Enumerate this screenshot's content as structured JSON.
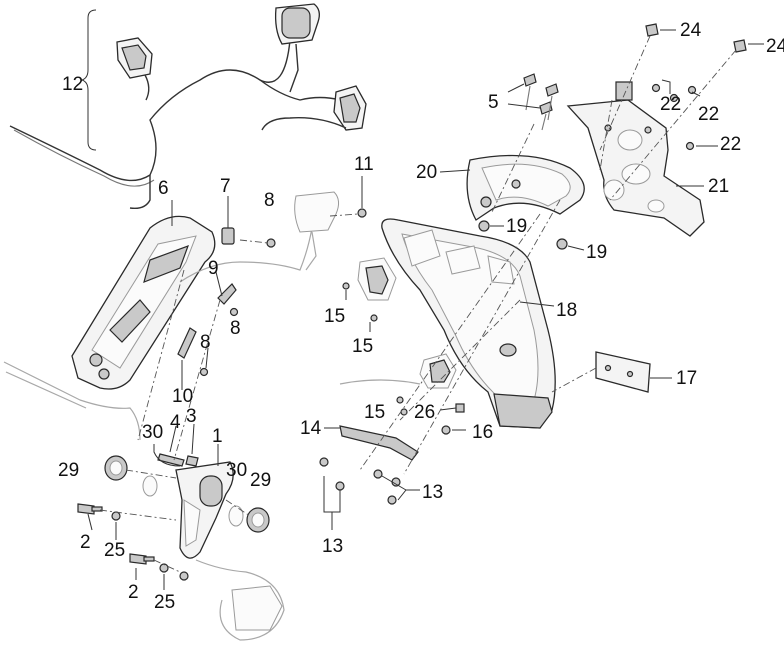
{
  "labels": {
    "c12": "12",
    "c24a": "24",
    "c24b": "24",
    "c5": "5",
    "c22a": "22",
    "c22b": "22",
    "c22c": "22",
    "c20": "20",
    "c11": "11",
    "c21": "21",
    "c6": "6",
    "c7": "7",
    "c8a": "8",
    "c19a": "19",
    "c19b": "19",
    "c9": "9",
    "c18": "18",
    "c15a": "15",
    "c8b": "8",
    "c8c": "8",
    "c15b": "15",
    "c17": "17",
    "c10": "10",
    "c15c": "15",
    "c26": "26",
    "c14": "14",
    "c3": "3",
    "c4": "4",
    "c1": "1",
    "c30a": "30",
    "c16": "16",
    "c29a": "29",
    "c30b": "30",
    "c29b": "29",
    "c13a": "13",
    "c2a": "2",
    "c25a": "25",
    "c13b": "13",
    "c2b": "2",
    "c25b": "25"
  }
}
